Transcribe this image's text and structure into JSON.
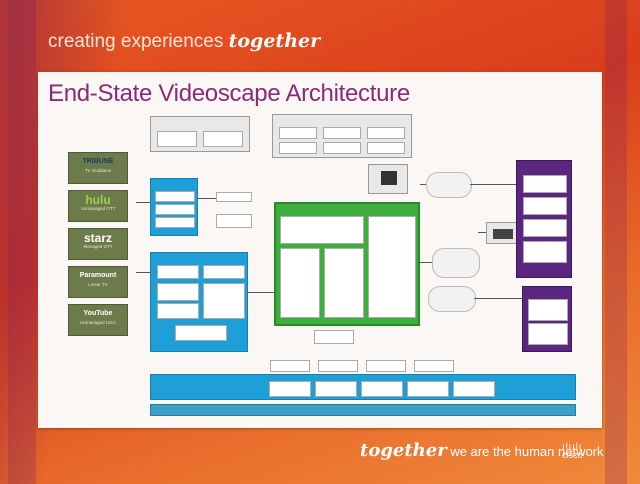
{
  "header": {
    "tagline_prefix": "creating experiences",
    "tagline_emphasis": "together"
  },
  "slide": {
    "title": "End-State Videoscape Architecture"
  },
  "sources": [
    {
      "logo": "TRIBUNE",
      "sub": "TV Guidance",
      "color": "#1a3a6a"
    },
    {
      "logo": "hulu",
      "sub": "Unmanaged OTT",
      "color": "#9bd14a"
    },
    {
      "logo": "starz",
      "sub": "Managed OTT",
      "color": "#ffffff"
    },
    {
      "logo": "Paramount",
      "sub": "Linear TV",
      "color": "#ffffff"
    },
    {
      "logo": "YouTube",
      "sub": "Unmanaged UGC",
      "color": "#ffffff"
    }
  ],
  "footer": {
    "emphasis": "together",
    "text": "we are the human network",
    "brand": "cisco"
  },
  "colors": {
    "accent_purple": "#8a2a7a",
    "slide_bg": "#fbf7f4",
    "orange_bg": "#e04a1f"
  }
}
